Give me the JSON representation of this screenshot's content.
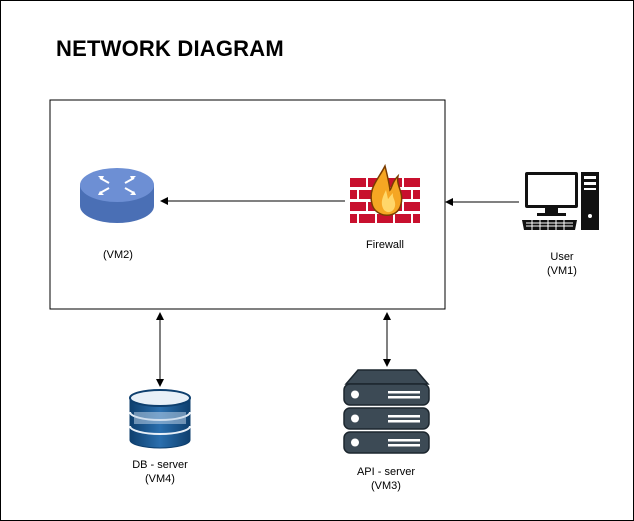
{
  "diagram": {
    "title": "NETWORK DIAGRAM",
    "nodes": {
      "router": {
        "id_label": "(VM2)",
        "icon": "router-icon"
      },
      "firewall": {
        "name": "Firewall",
        "icon": "firewall-icon"
      },
      "user": {
        "name": "User",
        "id_label": "(VM1)",
        "icon": "desktop-computer-icon"
      },
      "db": {
        "name": "DB - server",
        "id_label": "(VM4)",
        "icon": "database-icon"
      },
      "api": {
        "name": "API - server",
        "id_label": "(VM3)",
        "icon": "server-rack-icon"
      }
    },
    "edges": [
      {
        "from": "user",
        "to": "firewall",
        "style": "arrow"
      },
      {
        "from": "firewall",
        "to": "router",
        "style": "arrow"
      },
      {
        "from": "network-zone",
        "to": "db",
        "style": "bidirectional-arrow"
      },
      {
        "from": "network-zone",
        "to": "api",
        "style": "bidirectional-arrow"
      }
    ],
    "colors": {
      "router": "#5a7fc0",
      "firewall_brick": "#c8102e",
      "flame": "#f5a623",
      "db": "#1f5f99",
      "server": "#3c4a55"
    }
  }
}
